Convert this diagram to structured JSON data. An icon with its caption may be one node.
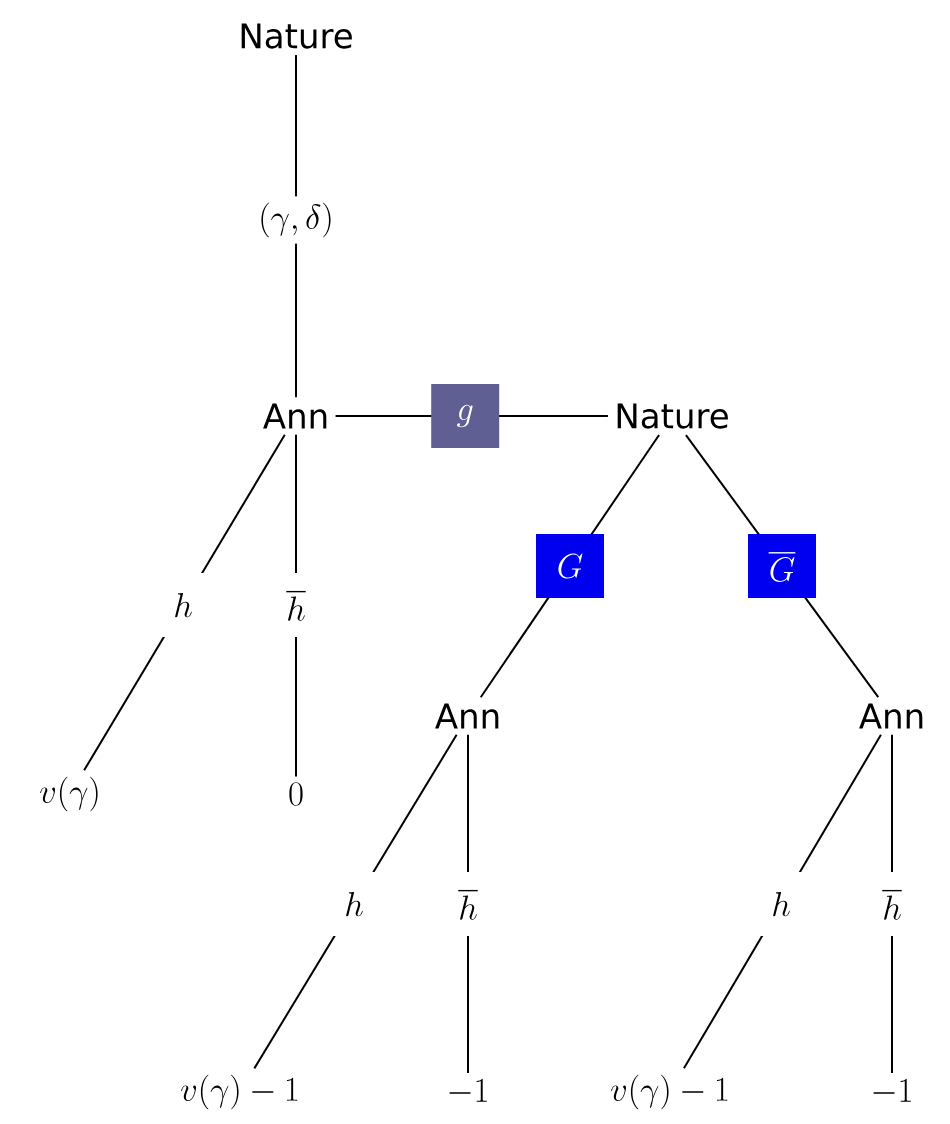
{
  "diagram": {
    "nodes": [
      {
        "text": [
          "Nature"
        ]
      },
      {
        "text": [
          "(\\gamma, \\delta)"
        ]
      },
      {
        "text": [
          "Ann"
        ]
      },
      {
        "text": [
          "Nature"
        ]
      },
      {
        "text": [
          "v(\\gamma)"
        ]
      },
      {
        "text": [
          "0"
        ]
      },
      {
        "text": [
          "Ann"
        ]
      },
      {
        "text": [
          "Ann"
        ]
      },
      {
        "text": [
          "v(\\gamma) - 1"
        ]
      },
      {
        "text": [
          "-1"
        ]
      },
      {
        "text": [
          "v(\\gamma) - 1"
        ]
      },
      {
        "text": [
          "-1"
        ]
      }
    ],
    "edges": [
      {
        "from": 0,
        "to": 1,
        "arrow": "none"
      },
      {
        "from": 1,
        "to": 2,
        "arrow": "none"
      },
      {
        "from": 2,
        "to": 3,
        "arrow": "none",
        "label": "g"
      },
      {
        "from": 2,
        "to": 4,
        "arrow": "none",
        "label": "h"
      },
      {
        "from": 2,
        "to": 5,
        "arrow": "none",
        "label": "\\overline{h}"
      },
      {
        "from": 3,
        "to": 6,
        "arrow": "none",
        "label": "G"
      },
      {
        "from": 3,
        "to": 7,
        "arrow": "none",
        "label": "\\overline{G}"
      },
      {
        "from": 6,
        "to": 8,
        "arrow": "none",
        "label": "h"
      },
      {
        "from": 6,
        "to": 9,
        "arrow": "none",
        "label": "\\overline{h}"
      },
      {
        "from": 7,
        "to": 10,
        "arrow": "none",
        "label": "h"
      },
      {
        "from": 7,
        "to": 11,
        "arrow": "none",
        "label": "\\overline{h}"
      }
    ]
  }
}
